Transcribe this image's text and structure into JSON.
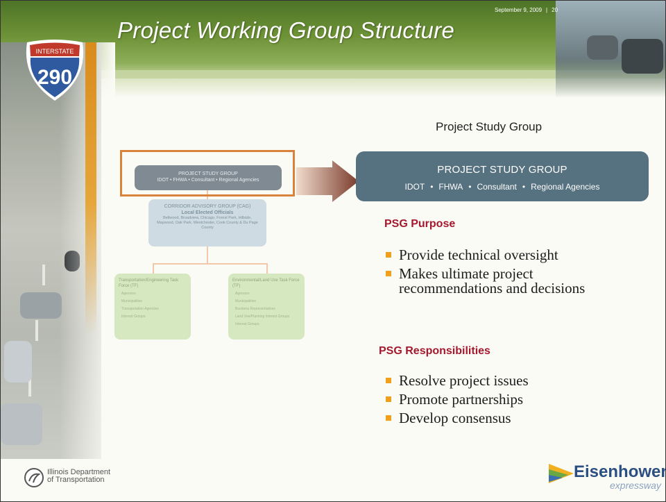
{
  "slide": {
    "title": "Project Working Group Structure",
    "date": "September 9, 2009",
    "separator": "|",
    "page_number": "20"
  },
  "shield": {
    "number": "290",
    "top_text": "INTERSTATE"
  },
  "org_chart": {
    "psg_title": "PROJECT STUDY GROUP",
    "psg_members": "IDOT • FHWA • Consultant • Regional Agencies",
    "cag_title": "CORRIDOR ADVISORY GROUP (CAG)",
    "cag_subtitle": "Local Elected Officials",
    "cag_members": "Bellwood, Broadview, Chicago, Forest Park, Hillside, Maywood, Oak Park, Westchester, Cook County & Du Page County",
    "te_title": "Transportation/Engineering Task Force (TF)",
    "te_items": [
      "Agencies",
      "Municipalities",
      "Transportation Agencies",
      "Interest Groups"
    ],
    "el_title": "Environmental/Land Use Task Force (TF)",
    "el_items": [
      "Agencies",
      "Municipalities",
      "Business Representatives",
      "Land Use/Planning Interest Groups",
      "Interest Groups"
    ]
  },
  "panel": {
    "heading": "Project Study Group",
    "box_title": "PROJECT STUDY GROUP",
    "members": [
      "IDOT",
      "FHWA",
      "Consultant",
      "Regional Agencies"
    ],
    "member_separator": "•",
    "purpose_label": "PSG Purpose",
    "purpose_items": [
      "Provide technical oversight",
      "Makes ultimate project recommendations and decisions"
    ],
    "responsibilities_label": "PSG Responsibilities",
    "responsibility_items": [
      "Resolve project issues",
      "Promote partnerships",
      "Develop consensus"
    ]
  },
  "footer": {
    "idot_line1": "Illinois Department",
    "idot_line2": "of Transportation",
    "brand_name": "Eisenhower",
    "brand_sub": "expressway"
  },
  "colors": {
    "header_green": "#5f8530",
    "accent_orange": "#d8823b",
    "psg_box": "#56717f",
    "section_red": "#a4182e",
    "bullet": "#f0a01a"
  }
}
